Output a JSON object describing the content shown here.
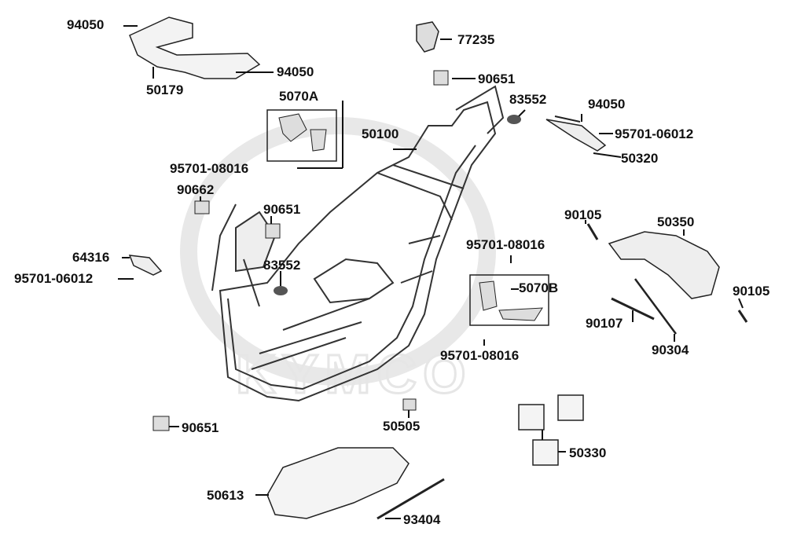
{
  "watermark": "KYMCO",
  "colors": {
    "line": "#111111",
    "frame": "#333333",
    "part": "#555555",
    "fill": "#d9d9d9",
    "watermark": "#e6e6e6"
  },
  "labels": {
    "p94050_a": "94050",
    "p50179": "50179",
    "p94050_b": "94050",
    "p77235": "77235",
    "p90651_a": "90651",
    "p5070A": "5070A",
    "p83552_a": "83552",
    "p94050_c": "94050",
    "p95701_06012_a": "95701-06012",
    "p50100": "50100",
    "p50320": "50320",
    "p95701_08016_a": "95701-08016",
    "p90662": "90662",
    "p90651_b": "90651",
    "p90105_a": "90105",
    "p50350": "50350",
    "p64316": "64316",
    "p95701_08016_b": "95701-08016",
    "p95701_06012_b": "95701-06012",
    "p83552_b": "83552",
    "p5070B": "5070B",
    "p90105_b": "90105",
    "p90107": "90107",
    "p90304": "90304",
    "p95701_08016_c": "95701-08016",
    "p90651_c": "90651",
    "p50505": "50505",
    "p50330": "50330",
    "p50613": "50613",
    "p93404": "93404"
  }
}
